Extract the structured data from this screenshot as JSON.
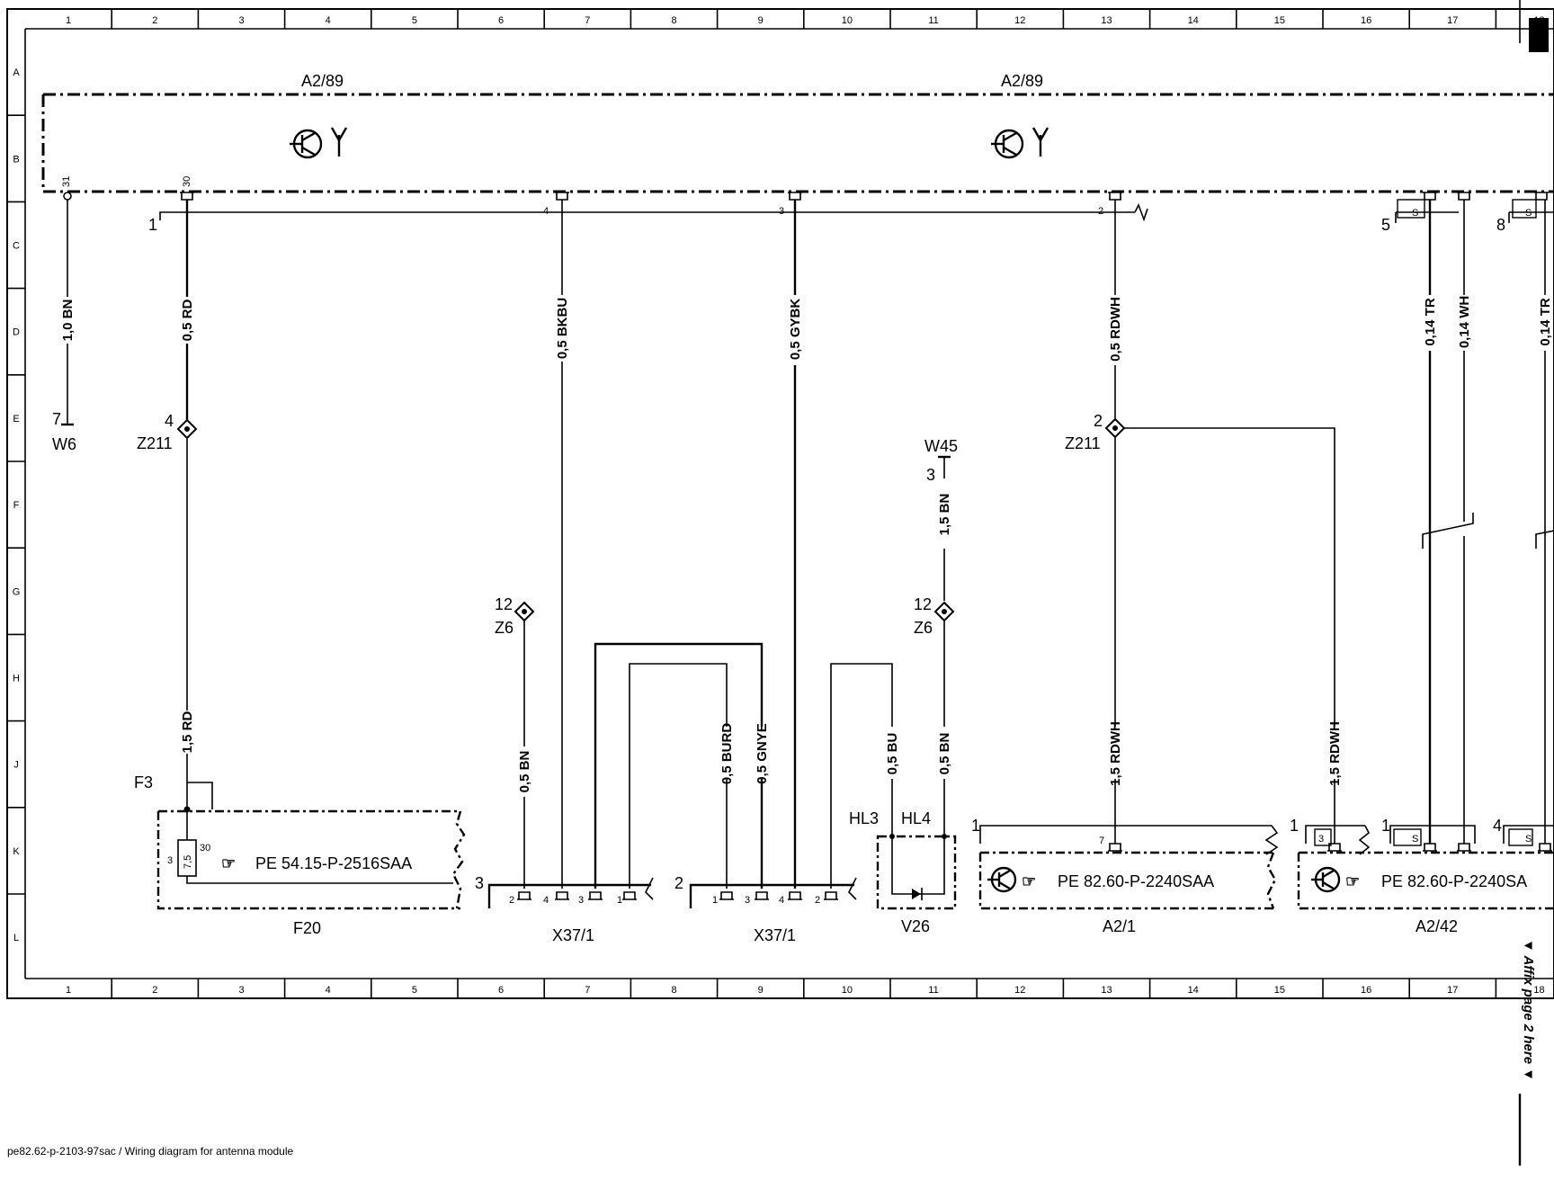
{
  "sheet": {
    "column_labels": [
      "1",
      "2",
      "3",
      "4",
      "5",
      "6",
      "7",
      "8",
      "9",
      "10",
      "11",
      "12",
      "13",
      "14",
      "15",
      "16",
      "17",
      "18"
    ],
    "row_labels": [
      "A",
      "B",
      "C",
      "D",
      "E",
      "F",
      "G",
      "H",
      "J",
      "K",
      "L"
    ]
  },
  "module": {
    "name_left": "A2/89",
    "name_right": "A2/89",
    "pins": [
      "31",
      "30",
      "4",
      "3",
      "2",
      "5",
      "8",
      "S",
      "S"
    ]
  },
  "wires": {
    "w1": "1,0 BN",
    "w2": "0,5 RD",
    "w3": "0,5 BKBU",
    "w4": "0,5 GYBK",
    "w5": "0,5 RDWH",
    "w6": "0,14 TR",
    "w7": "0,14 WH",
    "w8": "0,14 TR",
    "w9": "1,5 RD",
    "w10": "0,5 BN",
    "w11": "0,5 BURD",
    "w12": "0,5 GNYE",
    "w13": "1,5 BN",
    "w14": "0,5 BU",
    "w15": "0,5 BN",
    "w16": "1,5 RDWH",
    "w17": "1,5 RDWH"
  },
  "components": {
    "w6": "W6",
    "w6_pin": "7",
    "z211_left": "Z211",
    "z211_left_pin": "4",
    "z211_right": "Z211",
    "z211_right_pin": "2",
    "w45": "W45",
    "w45_pin": "3",
    "z6_left": "Z6",
    "z6_left_pin": "12",
    "z6_right": "Z6",
    "z6_right_pin": "12",
    "f3": "F3",
    "f20": "F20",
    "f20_ref": "PE 54.15-P-2516SAA",
    "fuse_value": "7,5",
    "fuse_pin_left": "3",
    "fuse_pin_right": "30",
    "x37_1_left": "X37/1",
    "x37_1_right": "X37/1",
    "x_left_num": "3",
    "x_right_num": "2",
    "hl3": "HL3",
    "hl4": "HL4",
    "v26": "V26",
    "a2_1": "A2/1",
    "a2_1_ref": "PE 82.60-P-2240SAA",
    "a2_42": "A2/42",
    "a2_42_ref": "PE 82.60-P-2240SA",
    "bus_start": "1",
    "a2_1_num": "1",
    "a2_42_num": "1",
    "a2_42_num2": "4",
    "pin1": "1",
    "pin2": "2",
    "pin3": "3",
    "pin4": "4",
    "pin7": "7",
    "pin_s": "S"
  },
  "side_note": "▼ Affix page 2 here ▼",
  "footer": "pe82.62-p-2103-97sac / Wiring diagram for antenna module"
}
